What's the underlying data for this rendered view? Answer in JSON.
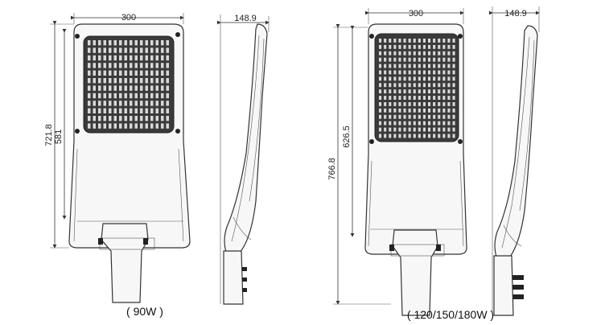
{
  "diagram": {
    "left": {
      "width_label": "300",
      "depth_label": "148.9",
      "overall_height_label": "721.8",
      "panel_height_label": "581",
      "caption": "( 90W )"
    },
    "right": {
      "width_label": "300",
      "depth_label": "148.9",
      "overall_height_label": "766.8",
      "panel_height_label": "626.5",
      "caption": "( 120/150/180W )"
    }
  }
}
